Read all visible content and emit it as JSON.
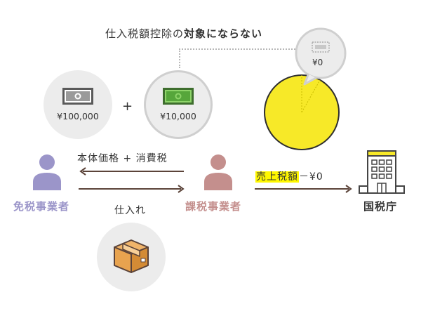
{
  "title": {
    "prefix": "仕入税額控除の",
    "bold": "対象にならない"
  },
  "circles": {
    "exempt_amount": "¥100,000",
    "tax_amount": "¥10,000",
    "bubble_amount": "¥0"
  },
  "plus": "+",
  "arrows": {
    "top_label": "本体価格 + 消費税",
    "bottom_label": "仕入れ",
    "tax_prefix": "売上税額",
    "tax_suffix": "－¥0"
  },
  "actors": {
    "exempt": "免税事業者",
    "taxable": "課税事業者",
    "office": "国税庁"
  },
  "colors": {
    "exempt": "#9b95c9",
    "taxable": "#c48f8d",
    "yellow": "#f7e928",
    "arrow": "#5b4339"
  },
  "icons": [
    "banknote-icon",
    "green-banknote-icon",
    "person-icon",
    "building-icon",
    "package-icon",
    "pie-icon"
  ]
}
